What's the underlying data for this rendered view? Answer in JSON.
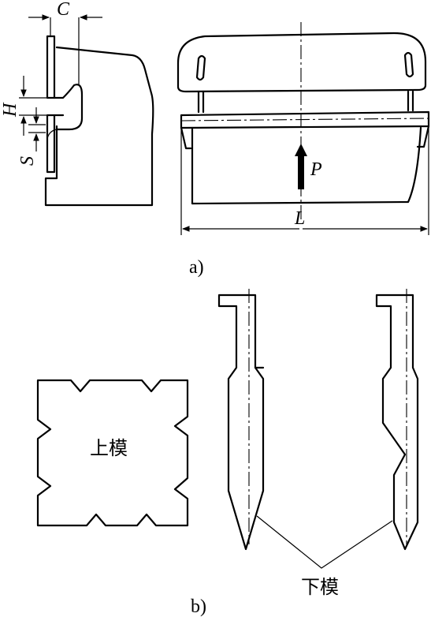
{
  "labels": {
    "c": "C",
    "h": "H",
    "s": "S",
    "p": "P",
    "l": "L",
    "sub_a": "a)",
    "sub_b": "b)",
    "upper_die": "上模",
    "lower_die": "下模"
  },
  "colors": {
    "line": "#000000",
    "background": "#ffffff"
  }
}
